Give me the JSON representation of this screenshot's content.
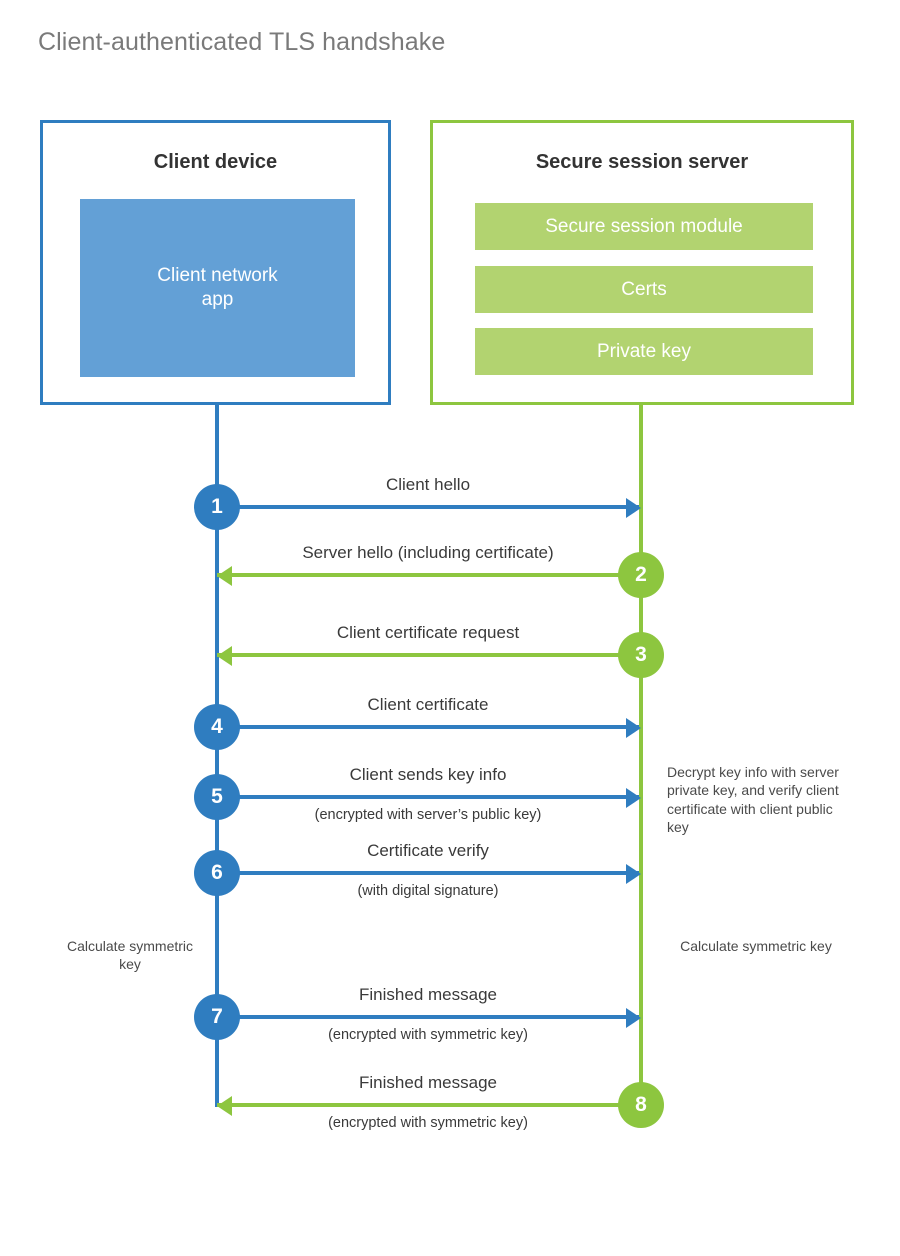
{
  "title": "Client-authenticated TLS handshake",
  "colors": {
    "blue_stroke": "#2f7dc0",
    "blue_fill": "#63a0d6",
    "green_stroke": "#8dc63f",
    "green_fill": "#b2d370",
    "title_text": "#7a7a7a",
    "body_text": "#3a3a3a"
  },
  "client": {
    "title": "Client device",
    "block": "Client network\napp",
    "block_line1": "Client network",
    "block_line2": "app"
  },
  "server": {
    "title": "Secure session server",
    "blocks": [
      {
        "label": "Secure session module"
      },
      {
        "label": "Certs"
      },
      {
        "label": "Private key"
      }
    ]
  },
  "messages": [
    {
      "number": "1",
      "label": "Client hello",
      "sublabel": "",
      "direction": "client-to-server",
      "color": "blue"
    },
    {
      "number": "2",
      "label": "Server hello (including certificate)",
      "sublabel": "",
      "direction": "server-to-client",
      "color": "green"
    },
    {
      "number": "3",
      "label": "Client certificate request",
      "sublabel": "",
      "direction": "server-to-client",
      "color": "green"
    },
    {
      "number": "4",
      "label": "Client certificate",
      "sublabel": "",
      "direction": "client-to-server",
      "color": "blue"
    },
    {
      "number": "5",
      "label": "Client sends key info",
      "sublabel": "(encrypted with server’s public key)",
      "direction": "client-to-server",
      "color": "blue"
    },
    {
      "number": "6",
      "label": "Certificate verify",
      "sublabel": "(with digital signature)",
      "direction": "client-to-server",
      "color": "blue"
    },
    {
      "number": "7",
      "label": "Finished message",
      "sublabel": "(encrypted with symmetric key)",
      "direction": "client-to-server",
      "color": "blue"
    },
    {
      "number": "8",
      "label": "Finished message",
      "sublabel": "(encrypted with symmetric key)",
      "direction": "server-to-client",
      "color": "green"
    }
  ],
  "notes": {
    "server_decrypt": "Decrypt key info with server private key, and verify client certificate with client public key",
    "client_calculate": "Calculate symmetric key",
    "server_calculate": "Calculate symmetric key"
  }
}
